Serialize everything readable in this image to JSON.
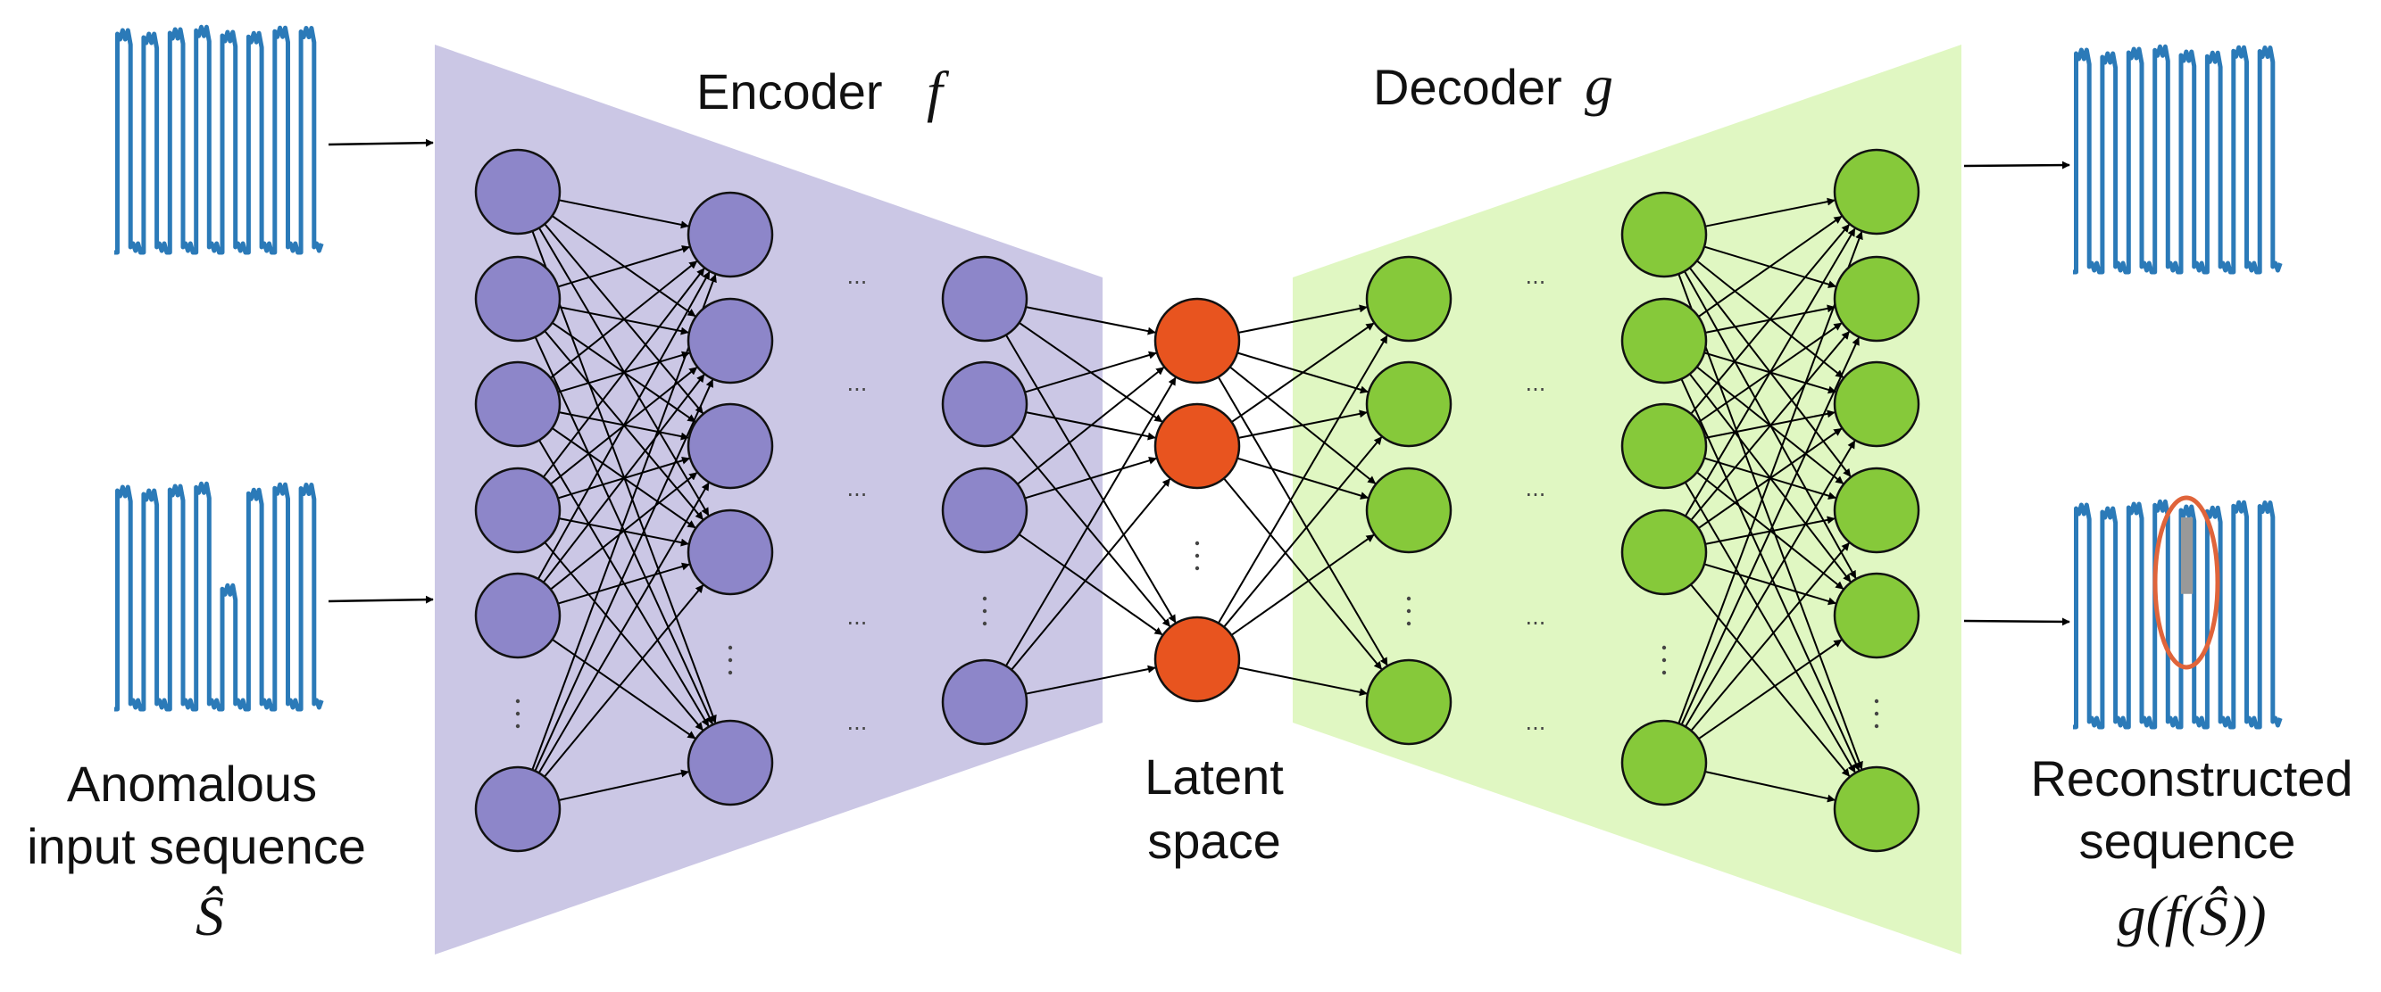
{
  "labels": {
    "encoder": "Encoder",
    "encoder_symbol": "f",
    "decoder": "Decoder",
    "decoder_symbol": "g",
    "latent_line1": "Latent",
    "latent_line2": "space",
    "input_line1": "Anomalous",
    "input_line2": "input sequence",
    "input_symbol": "Ŝ",
    "output_line1": "Reconstructed",
    "output_line2": "sequence",
    "output_symbol": "g(f(Ŝ))"
  },
  "colors": {
    "encoder_region": "#cbc7e5",
    "encoder_node": "#8d86c9",
    "latent_node": "#e8541f",
    "decoder_region": "#e0f7c2",
    "decoder_node": "#86c93a",
    "signal": "#2b7ab8",
    "anomaly_marker": "#e0643a",
    "anomaly_fill": "#999999"
  }
}
